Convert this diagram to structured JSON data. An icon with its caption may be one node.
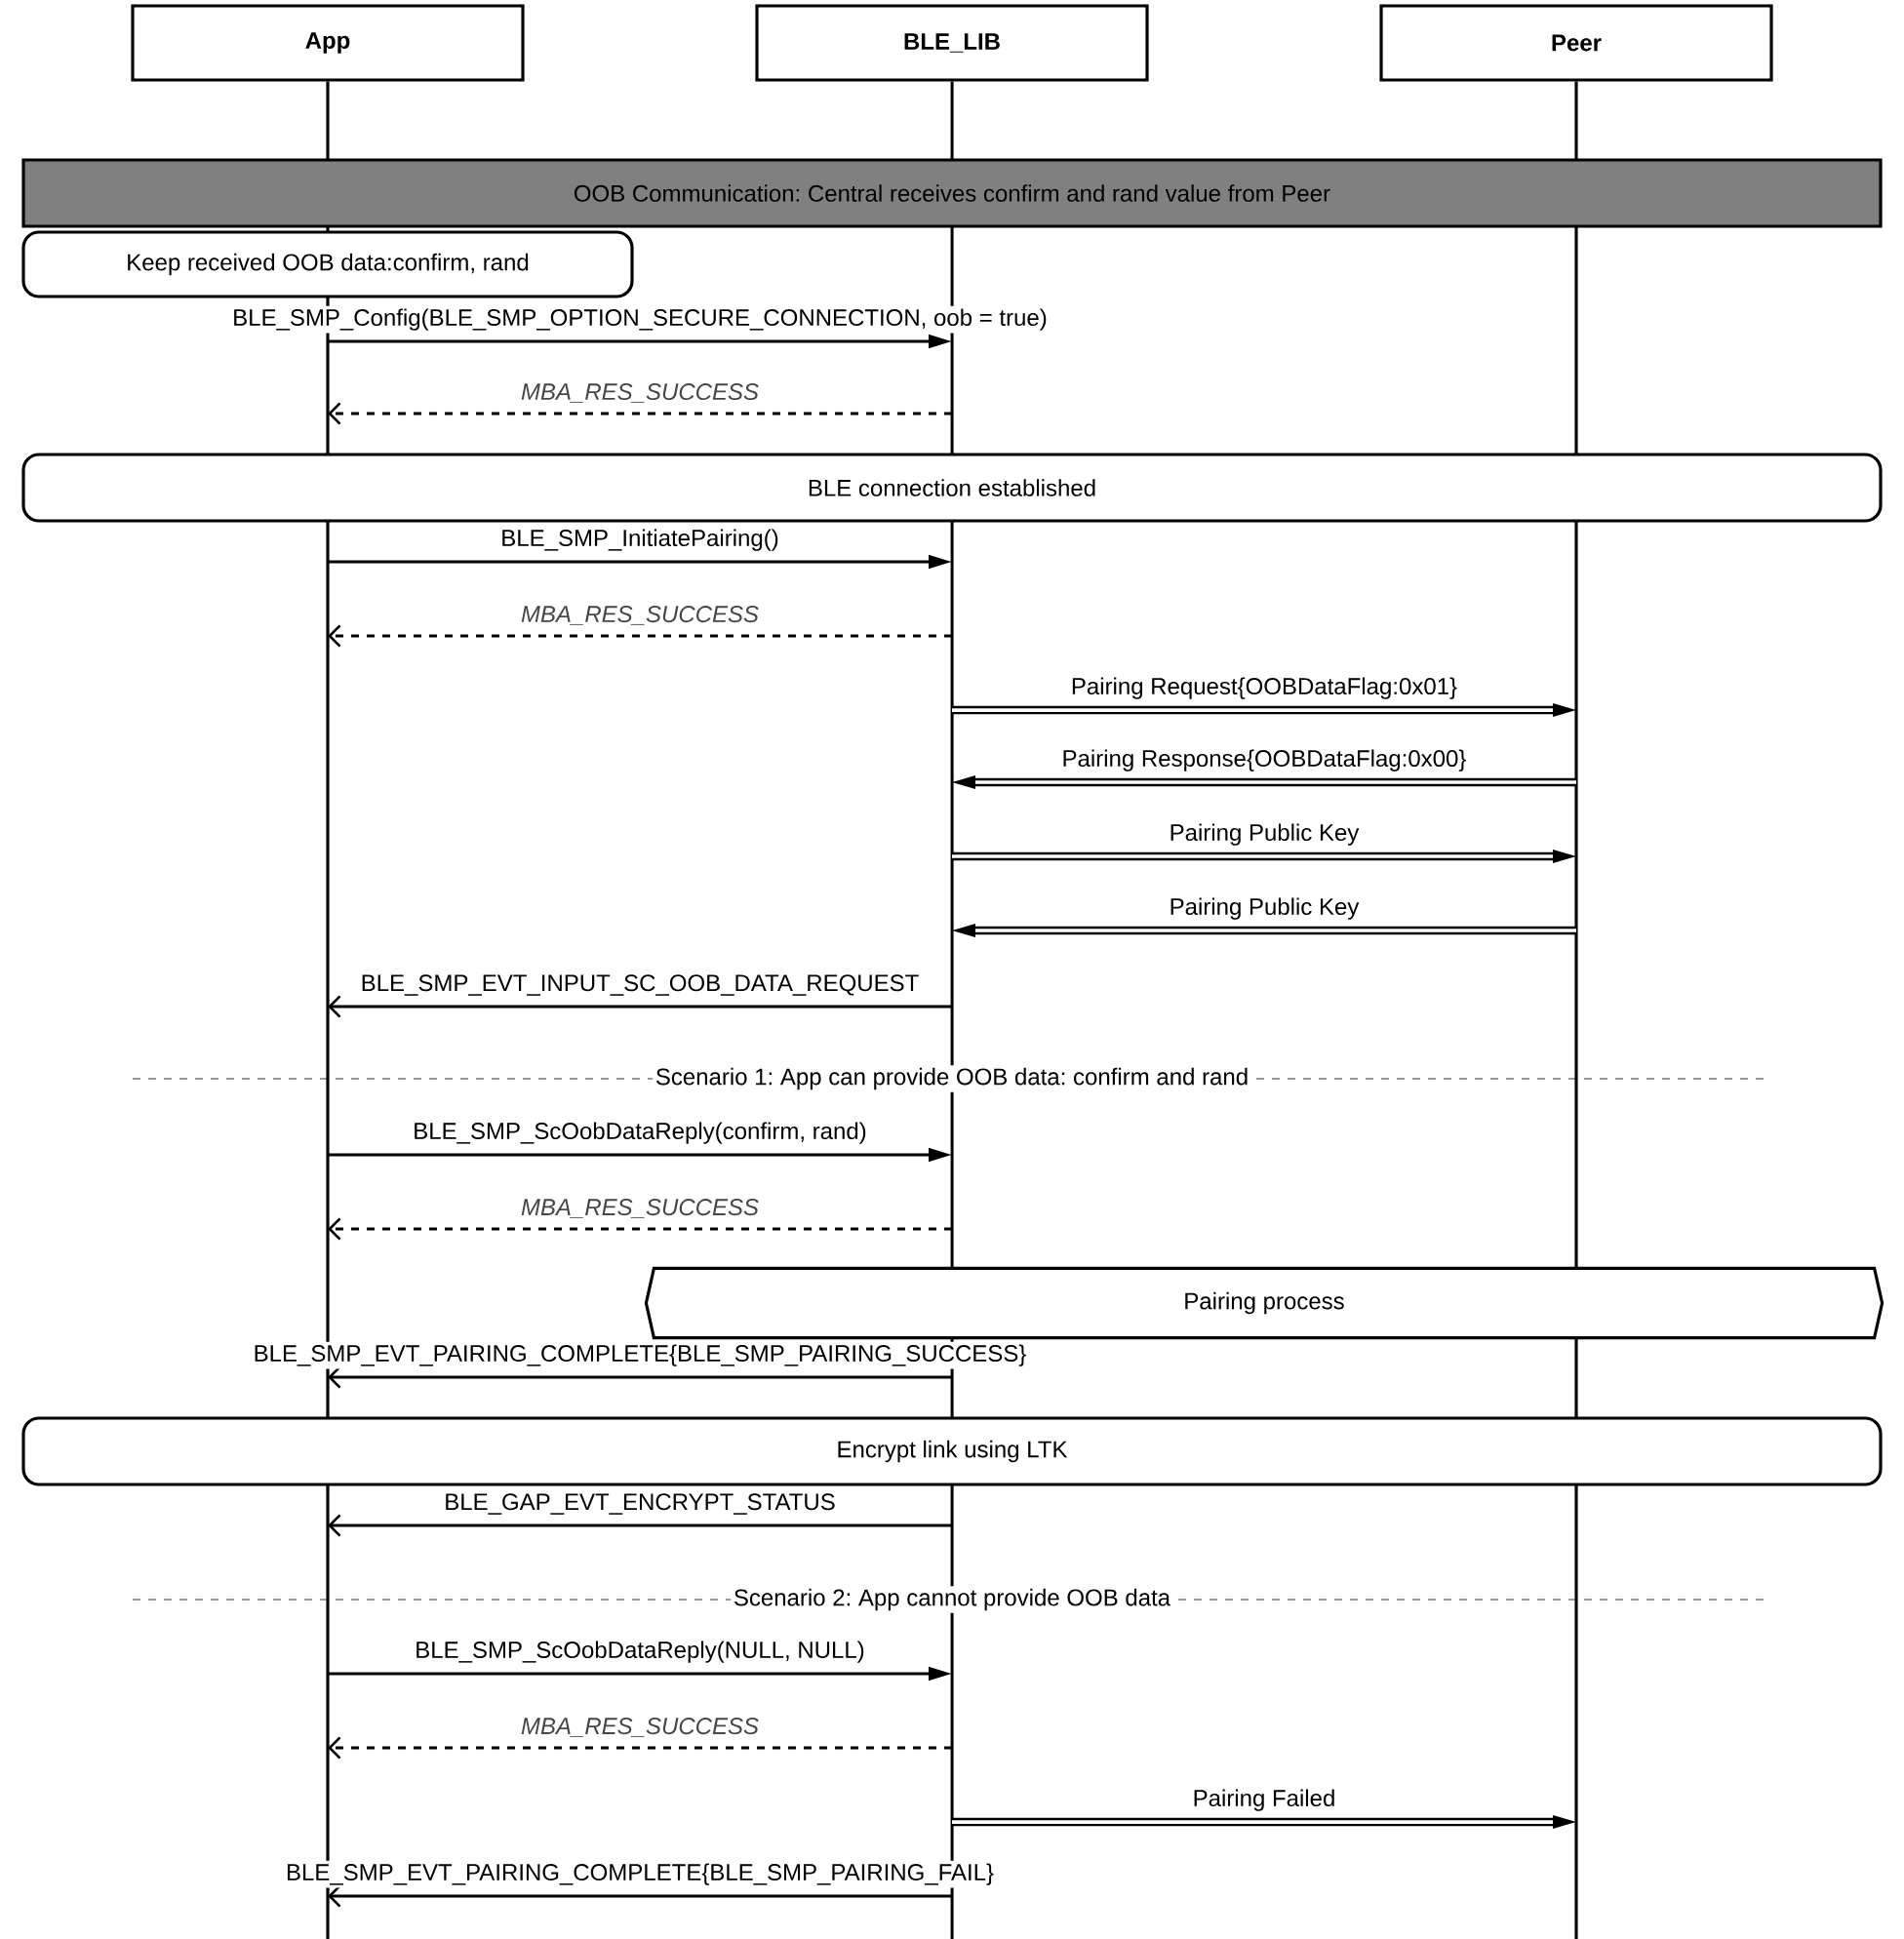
{
  "diagram": {
    "nodes": [
      {
        "text": [
          "App"
        ]
      },
      {
        "text": [
          "BLE_LIB"
        ]
      },
      {
        "text": [
          "Peer"
        ]
      },
      {
        "text": [
          "OOB Communication: Central receives confirm and rand value from Peer"
        ]
      },
      {
        "text": [
          "Keep received OOB data:confirm, rand"
        ]
      },
      {
        "text": [
          "BLE connection established"
        ]
      },
      {
        "text": [
          "Pairing process"
        ]
      },
      {
        "text": [
          "Encrypt link using LTK"
        ]
      }
    ],
    "edges": [
      {
        "from": 0,
        "to": 1,
        "arrow": "to",
        "label": "BLE_SMP_Config(BLE_SMP_OPTION_SECURE_CONNECTION, oob = true)"
      },
      {
        "from": 1,
        "to": 0,
        "arrow": "to",
        "label": "MBA_RES_SUCCESS",
        "style": "dashed"
      },
      {
        "from": 0,
        "to": 1,
        "arrow": "to",
        "label": "BLE_SMP_InitiatePairing()"
      },
      {
        "from": 1,
        "to": 0,
        "arrow": "to",
        "label": "MBA_RES_SUCCESS",
        "style": "dashed"
      },
      {
        "from": 1,
        "to": 2,
        "arrow": "to",
        "label": "Pairing Request{OOBDataFlag:0x01}",
        "style": "thick"
      },
      {
        "from": 2,
        "to": 1,
        "arrow": "to",
        "label": "Pairing Response{OOBDataFlag:0x00}",
        "style": "thick"
      },
      {
        "from": 1,
        "to": 2,
        "arrow": "to",
        "label": "Pairing Public Key",
        "style": "thick"
      },
      {
        "from": 2,
        "to": 1,
        "arrow": "to",
        "label": "Pairing Public Key",
        "style": "thick"
      },
      {
        "from": 1,
        "to": 0,
        "arrow": "to",
        "label": "BLE_SMP_EVT_INPUT_SC_OOB_DATA_REQUEST"
      },
      {
        "from": 0,
        "to": 1,
        "arrow": "to",
        "label": "BLE_SMP_ScOobDataReply(confirm, rand)"
      },
      {
        "from": 1,
        "to": 0,
        "arrow": "to",
        "label": "MBA_RES_SUCCESS",
        "style": "dashed"
      },
      {
        "from": 1,
        "to": 0,
        "arrow": "to",
        "label": "BLE_SMP_EVT_PAIRING_COMPLETE{BLE_SMP_PAIRING_SUCCESS}"
      },
      {
        "from": 1,
        "to": 0,
        "arrow": "to",
        "label": "BLE_GAP_EVT_ENCRYPT_STATUS"
      },
      {
        "from": 0,
        "to": 1,
        "arrow": "to",
        "label": "BLE_SMP_ScOobDataReply(NULL, NULL)"
      },
      {
        "from": 1,
        "to": 0,
        "arrow": "to",
        "label": "MBA_RES_SUCCESS",
        "style": "dashed"
      },
      {
        "from": 1,
        "to": 2,
        "arrow": "to",
        "label": "Pairing Failed",
        "style": "thick"
      },
      {
        "from": 1,
        "to": 0,
        "arrow": "to",
        "label": "BLE_SMP_EVT_PAIRING_COMPLETE{BLE_SMP_PAIRING_FAIL}"
      }
    ],
    "labels": [
      "Scenario 1: App can provide OOB data: confirm and rand",
      "Scenario 2: App cannot provide OOB data"
    ]
  }
}
